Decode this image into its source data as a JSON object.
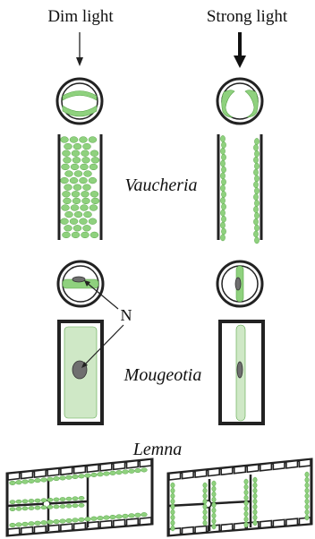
{
  "headers": {
    "dim": "Dim light",
    "strong": "Strong light"
  },
  "labels": {
    "vaucheria": "Vaucheria",
    "mougeotia": "Mougeotia",
    "lemna": "Lemna",
    "nucleus": "N"
  },
  "colors": {
    "chloroplast": "#8fd17e",
    "chloroplast_edge": "#5aa64a",
    "mougeotia_fill": "#cfe8c6",
    "nucleus": "#6f6f6f",
    "outline": "#222222"
  }
}
